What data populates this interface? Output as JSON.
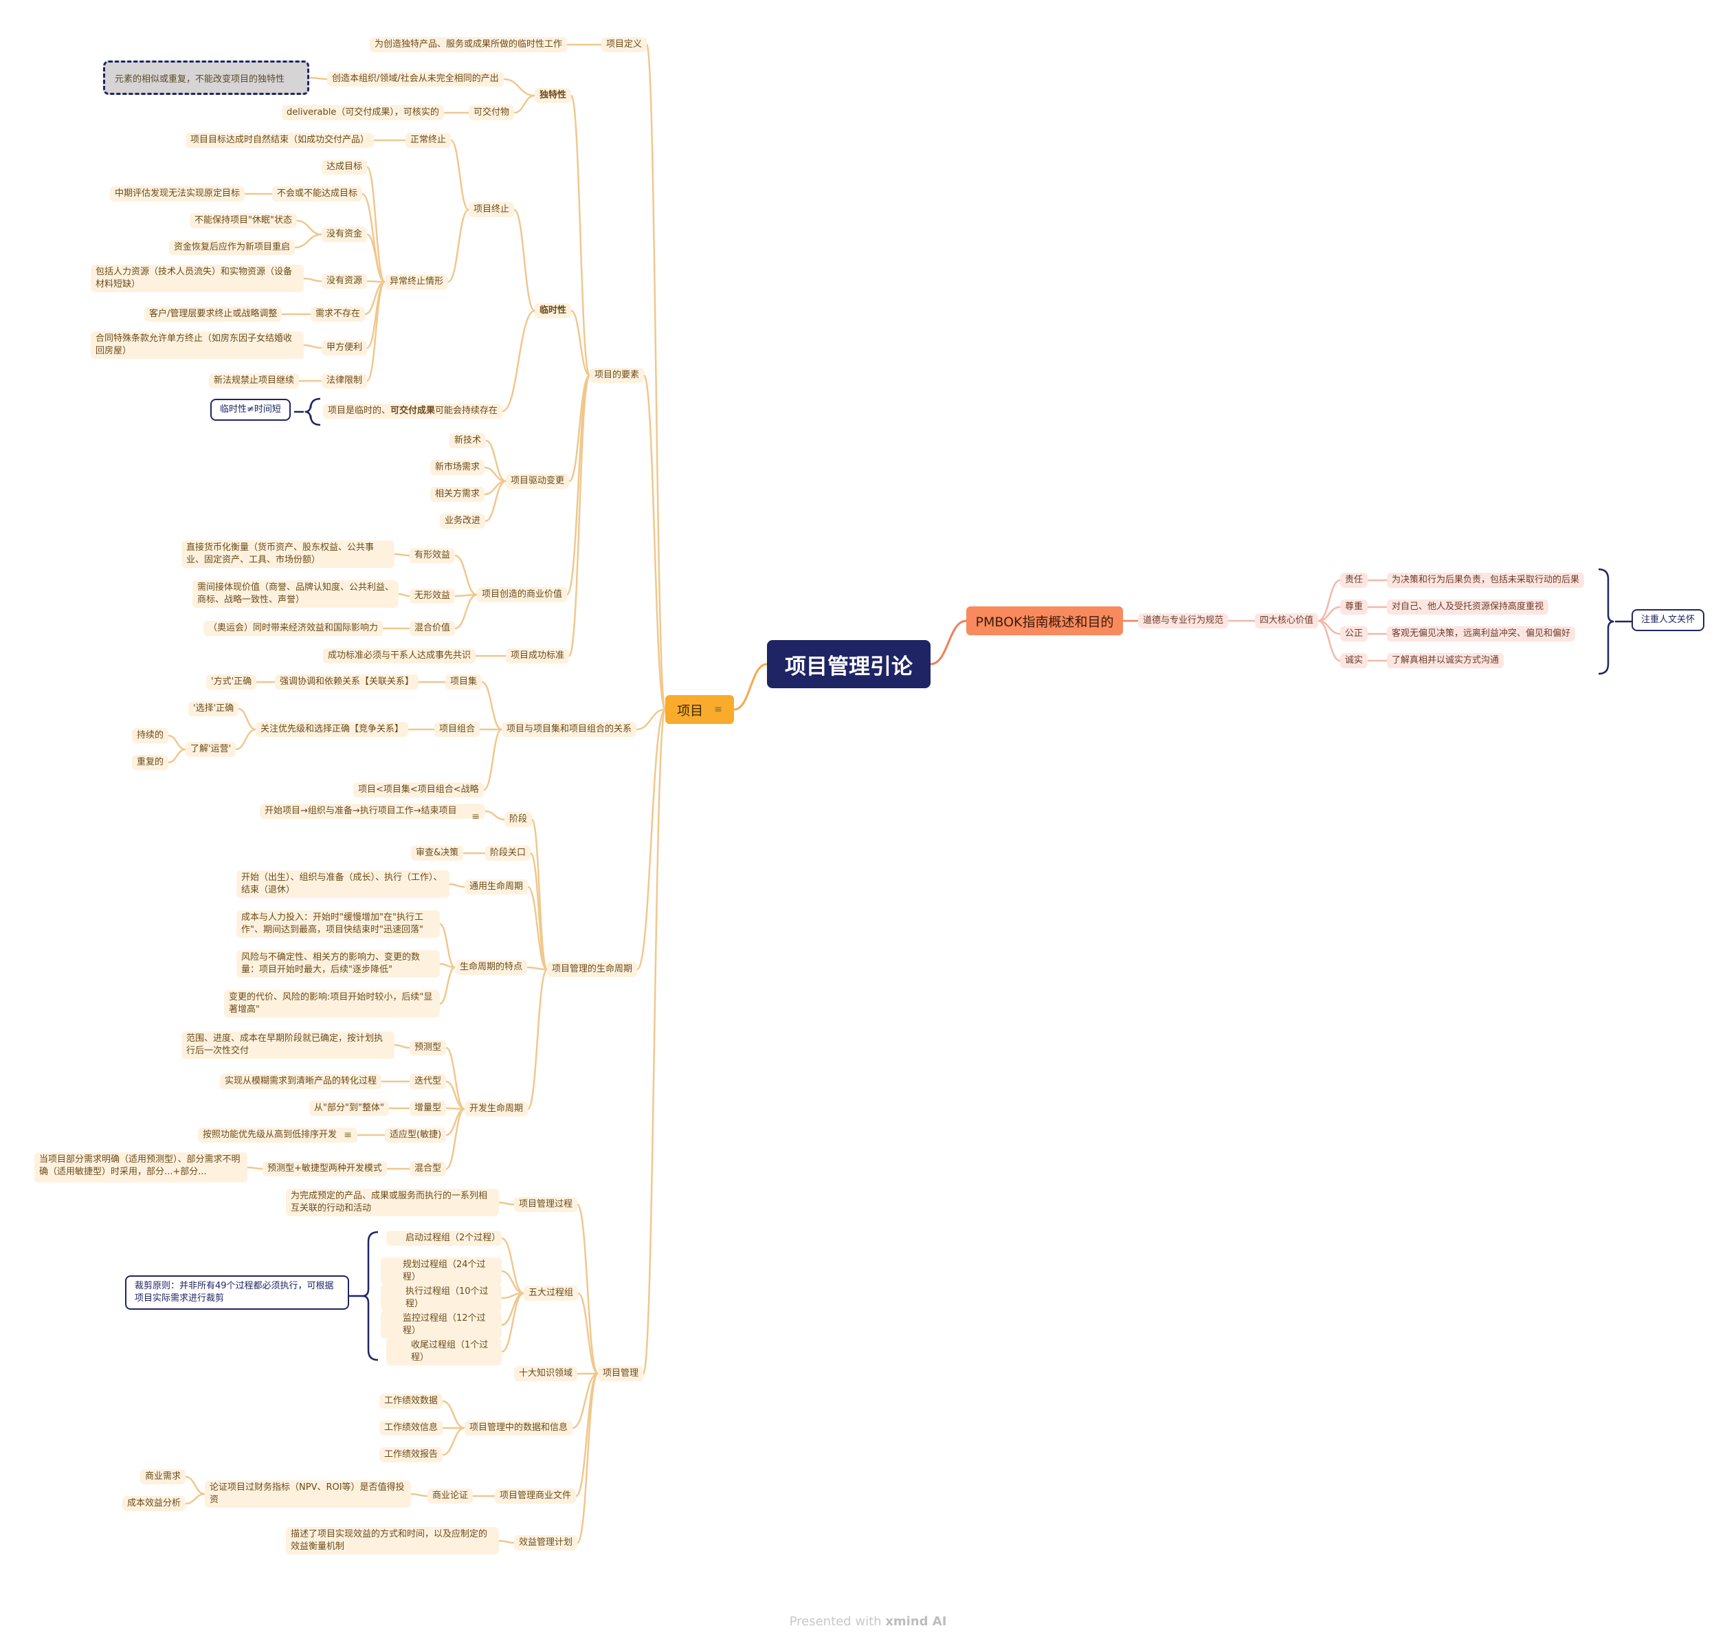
{
  "root": "项目管理引论",
  "footer": {
    "prefix": "Presented with ",
    "brand": "xmind AI"
  },
  "project": {
    "label": "项目",
    "definition": {
      "label": "项目定义",
      "text": "为创造独特产品、服务或成果所做的临时性工作"
    },
    "elements": {
      "label": "项目的要素",
      "uniqueness": {
        "label": "独特性",
        "a": "创造本组织/领域/社会从未完全相同的产出",
        "a_note": "元素的相似或重复，不能改变项目的独特性",
        "b": "可交付物",
        "b_note": "deliverable（可交付成果），可核实的"
      },
      "temporary": {
        "label": "临时性",
        "termination": "项目终止",
        "normal": "正常终止",
        "normal_note": "项目目标达成时自然结束（如成功交付产品）",
        "abnormal": "异常终止情形",
        "c1": "达成目标",
        "c2": "不会或不能达成目标",
        "c2_note": "中期评估发现无法实现原定目标",
        "c3": "没有资金",
        "c3_n1": "不能保持项目\"休眠\"状态",
        "c3_n2": "资金恢复后应作为新项目重启",
        "c4": "没有资源",
        "c4_note": "包括人力资源（技术人员流失）和实物资源（设备材料短缺）",
        "c5": "需求不存在",
        "c5_note": "客户/管理层要求终止或战略调整",
        "c6": "甲方便利",
        "c6_note": "合同特殊条款允许单方终止（如房东因子女结婚收回房屋）",
        "c7": "法律限制",
        "c7_note": "新法规禁止项目继续",
        "temp_pre": "项目是临时的、",
        "temp_bold": "可交付成果",
        "temp_post": "可能会持续存在",
        "temp_callout": "临时性≠时间短"
      },
      "drivers": {
        "label": "项目驱动变更",
        "items": [
          "新技术",
          "新市场需求",
          "相关方需求",
          "业务改进"
        ]
      },
      "value": {
        "label": "项目创造的商业价值",
        "tangible": "有形效益",
        "tangible_note": "直接货币化衡量（货币资产、股东权益、公共事业、固定资产、工具、市场份额）",
        "intangible": "无形效益",
        "intangible_note": "需间接体现价值（商誉、品牌认知度、公共利益、商标、战略一致性、声誉）",
        "mixed": "混合价值",
        "mixed_note": "（奥运会）同时带来经济效益和国际影响力"
      },
      "success": {
        "label": "项目成功标准",
        "text": "成功标准必须与干系人达成事先共识"
      }
    },
    "relation": {
      "label": "项目与项目集和项目组合的关系",
      "program": "项目集",
      "program_note": "强调协调和依赖关系【关联关系】",
      "program_tag": "'方式'正确",
      "portfolio": "项目组合",
      "portfolio_note": "关注优先级和选择正确【竞争关系】",
      "portfolio_tag1": "'选择'正确",
      "portfolio_tag2": "了解'运营'",
      "ops1": "持续的",
      "ops2": "重复的",
      "order": "项目<项目集<项目组合<战略"
    },
    "lifecycle": {
      "label": "项目管理的生命周期",
      "phase": "阶段",
      "phase_note": "开始项目→组织与准备→执行项目工作→结束项目",
      "gate": "阶段关口",
      "gate_note": "审查&决策",
      "generic": "通用生命周期",
      "generic_note": "开始（出生）、组织与准备（成长）、执行（工作）、结束（退休）",
      "traits": "生命周期的特点",
      "t1": "成本与人力投入：开始时\"缓慢增加\"在\"执行工作\"、期间达到最高，项目快结束时\"迅速回落\"",
      "t2": "风险与不确定性、相关方的影响力、变更的数量：项目开始时最大，后续\"逐步降低\"",
      "t3": "变更的代价、风险的影响:项目开始时较小，后续\"显著增高\"",
      "dev": "开发生命周期",
      "predictive": "预测型",
      "predictive_note": "范围、进度、成本在早期阶段就已确定，按计划执行后一次性交付",
      "iterative": "迭代型",
      "iterative_note": "实现从模糊需求到清晰产品的转化过程",
      "incremental": "增量型",
      "incremental_note": "从\"部分\"到\"整体\"",
      "adaptive": "适应型(敏捷)",
      "adaptive_note": "按照功能优先级从高到低排序开发",
      "hybrid": "混合型",
      "hybrid_note": "预测型+敏捷型两种开发模式",
      "hybrid_note2": "当项目部分需求明确（适用预测型）、部分需求不明确（适用敏捷型）时采用，部分...+部分..."
    },
    "management": {
      "label": "项目管理",
      "process": "项目管理过程",
      "process_note": "为完成预定的产品、成果或服务而执行的一系列相互关联的行动和活动",
      "groups": "五大过程组",
      "g1": "启动过程组（2个过程）",
      "g2": "规划过程组（24个过程）",
      "g3": "执行过程组（10个过程）",
      "g4": "监控过程组（12个过程）",
      "g5": "收尾过程组（1个过程）",
      "tailoring": "裁剪原则：并非所有49个过程都必须执行，可根据项目实际需求进行裁剪",
      "ten_areas": "十大知识领域",
      "data": "项目管理中的数据和信息",
      "d1": "工作绩效数据",
      "d2": "工作绩效信息",
      "d3": "工作绩效报告",
      "docs": "项目管理商业文件",
      "case": "商业论证",
      "case_note": "论证项目过财务指标（NPV、ROI等）是否值得投资",
      "case_a": "商业需求",
      "case_b": "成本效益分析",
      "benefit": "效益管理计划",
      "benefit_note": "描述了项目实现效益的方式和时间，以及应制定的效益衡量机制"
    }
  },
  "pmbok": {
    "label": "PMBOK指南概述和目的",
    "ethics": "道德与专业行为规范",
    "values": "四大核心价值",
    "v1": "责任",
    "v1_note": "为决策和行为后果负责，包括未采取行动的后果",
    "v2": "尊重",
    "v2_note": "对自己、他人及受托资源保持高度重视",
    "v3": "公正",
    "v3_note": "客观无偏见决策，远离利益冲突、偏见和偏好",
    "v4": "诚实",
    "v4_note": "了解真相并以诚实方式沟通",
    "callout": "注重人文关怀"
  }
}
